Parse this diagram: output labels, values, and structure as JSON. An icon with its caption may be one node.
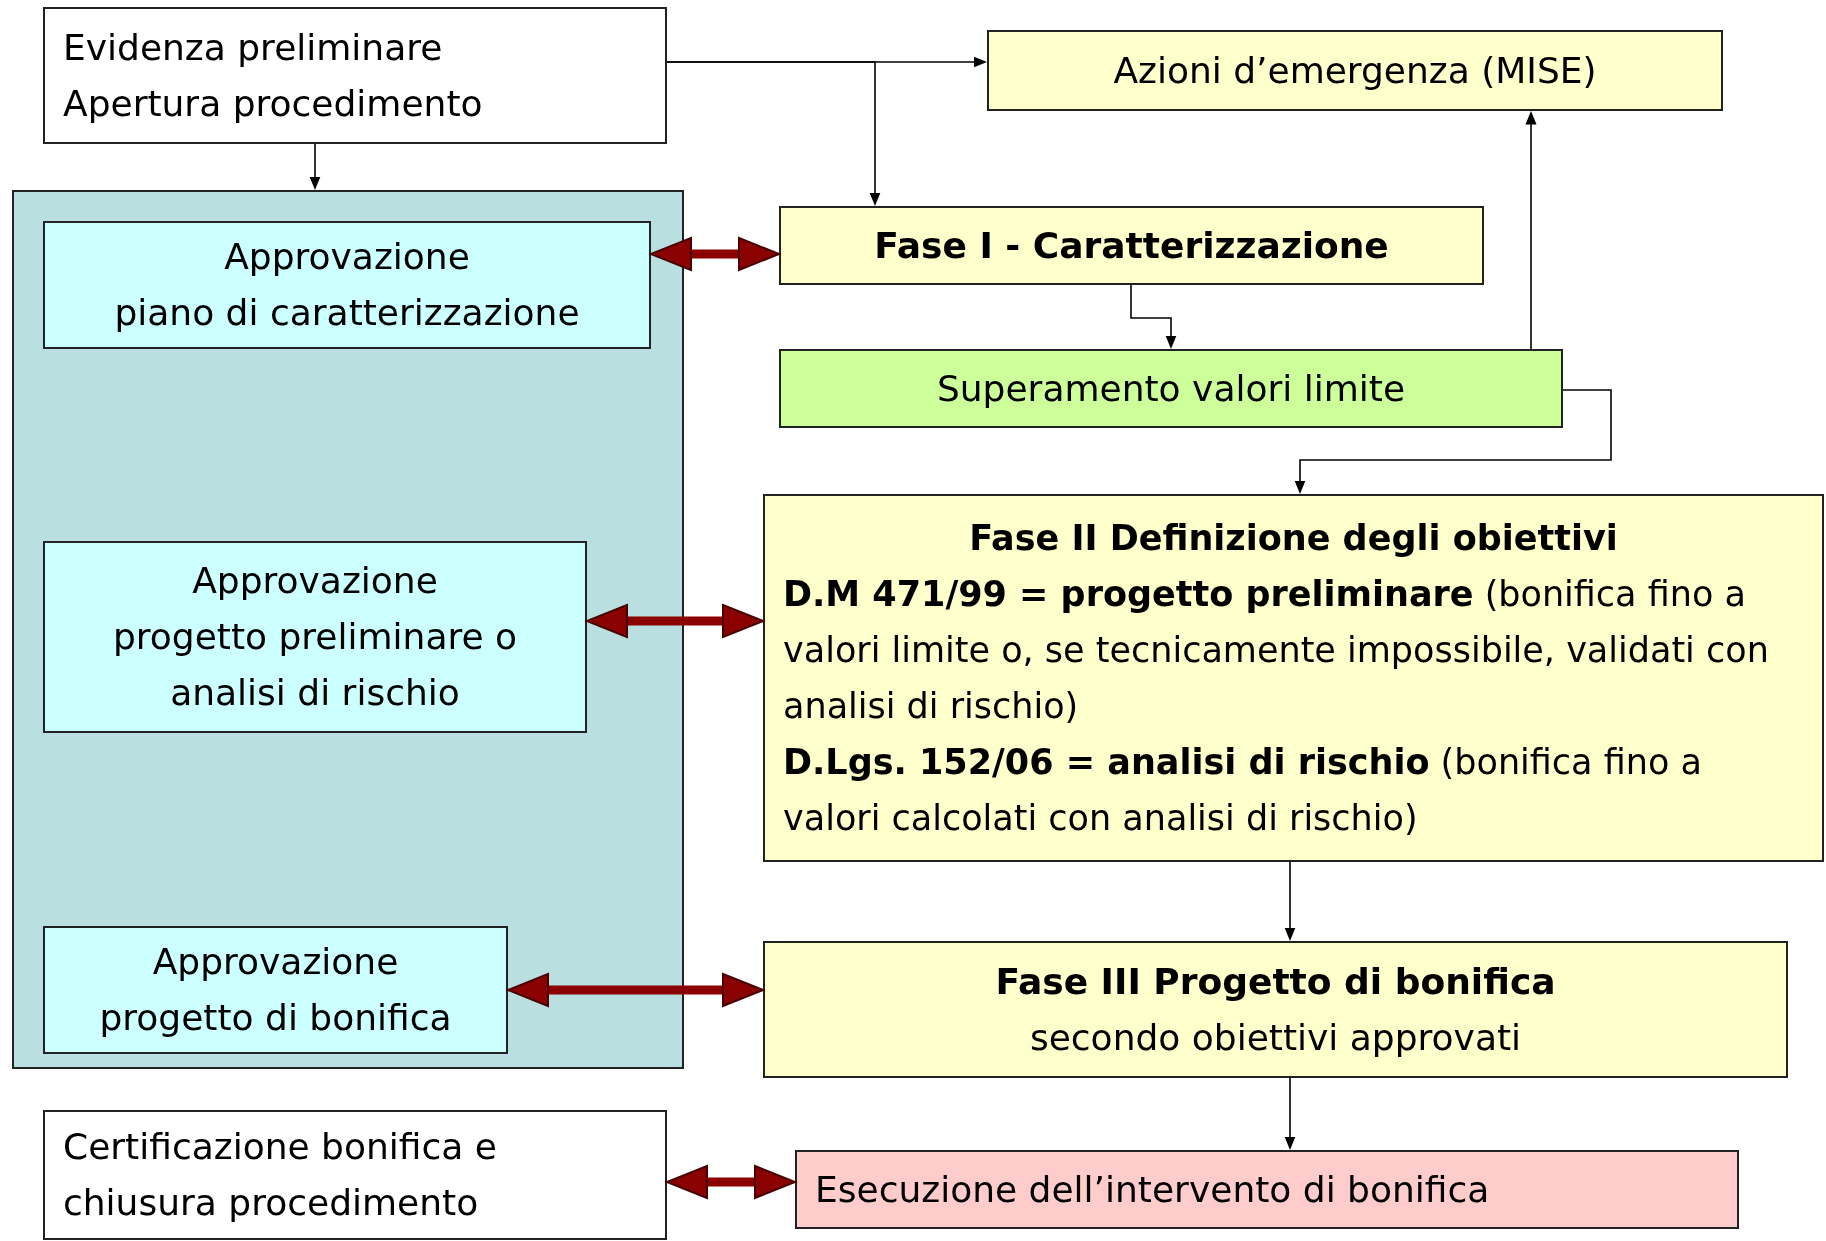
{
  "diagram": {
    "nodes": [
      {
        "text": [
          "Evidenza preliminare",
          "Apertura procedimento"
        ]
      },
      {
        "text": [],
        "shape": "box"
      },
      {
        "text": [
          "Approvazione",
          "piano di caratterizzazione"
        ],
        "in": 1
      },
      {
        "text": [
          "Approvazione",
          "progetto preliminare o analisi di rischio"
        ],
        "in": 1
      },
      {
        "text": [
          "Approvazione",
          "progetto di bonifica"
        ],
        "in": 1
      },
      {
        "text": [
          "Certificazione bonifica e chiusura procedimento"
        ]
      },
      {
        "text": [
          "Azioni d’emergenza (MISE)"
        ]
      },
      {
        "text": [
          "Fase I - Caratterizzazione"
        ]
      },
      {
        "text": [
          "Superamento valori limite"
        ]
      },
      {
        "text": [
          "Fase II Definizione degli obiettivi",
          "**D.M 471/99 = progetto preliminare** (bonifica fino a valori limite o, se tecnicamente impossibile, validati con analisi di rischio)",
          "**D.Lgs. 152/06 = analisi di rischio** (bonifica fino a valori calcolati con analisi di rischio)"
        ]
      },
      {
        "text": [
          "Fase III Progetto di bonifica",
          "secondo obiettivi approvati"
        ]
      },
      {
        "text": [
          "Esecuzione dell’intervento di bonifica"
        ]
      }
    ],
    "edges": [
      {
        "from": 0,
        "to": 6,
        "arrow": "to"
      },
      {
        "from": 0,
        "to": 7,
        "arrow": "to"
      },
      {
        "from": 0,
        "to": 1,
        "arrow": "to"
      },
      {
        "from": 2,
        "to": 7,
        "arrow": "both",
        "style": "thick",
        "color": "#8b0000"
      },
      {
        "from": 7,
        "to": 8,
        "arrow": "to"
      },
      {
        "from": 8,
        "to": 6,
        "arrow": "to"
      },
      {
        "from": 8,
        "to": 9,
        "arrow": "to"
      },
      {
        "from": 3,
        "to": 9,
        "arrow": "both",
        "style": "thick",
        "color": "#8b0000"
      },
      {
        "from": 9,
        "to": 10,
        "arrow": "to"
      },
      {
        "from": 4,
        "to": 10,
        "arrow": "both",
        "style": "thick",
        "color": "#8b0000"
      },
      {
        "from": 10,
        "to": 11,
        "arrow": "to"
      },
      {
        "from": 5,
        "to": 11,
        "arrow": "both",
        "style": "thick",
        "color": "#8b0000"
      }
    ]
  }
}
